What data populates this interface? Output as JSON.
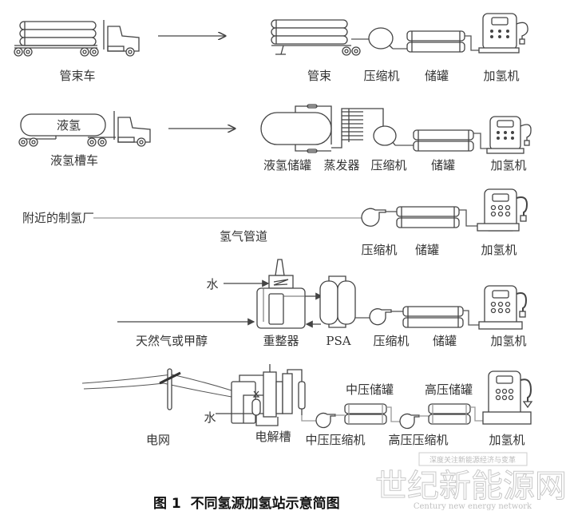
{
  "figure": {
    "caption": "图 1  不同氢源加氢站示意简图"
  },
  "rows": [
    {
      "id": "tube-trailer",
      "source_label": "管束车",
      "components": [
        "管束",
        "压缩机",
        "储罐",
        "加氢机"
      ]
    },
    {
      "id": "liquid-hydrogen",
      "source_label": "液氢槽车",
      "tank_text": "液氢",
      "components": [
        "液氢储罐",
        "蒸发器",
        "压缩机",
        "储罐",
        "加氢机"
      ]
    },
    {
      "id": "pipeline",
      "source_label": "附近的制氢厂",
      "pipe_label": "氢气管道",
      "components": [
        "压缩机",
        "储罐",
        "加氢机"
      ]
    },
    {
      "id": "onsite-reforming",
      "source_label": "天然气或甲醇",
      "water_label": "水",
      "components": [
        "重整器",
        "PSA",
        "压缩机",
        "储罐",
        "加氢机"
      ]
    },
    {
      "id": "onsite-electrolysis",
      "source_label": "电网",
      "water_label": "水",
      "components": [
        "电解槽",
        "中压压缩机",
        "中压储罐",
        "高压压缩机",
        "高压储罐",
        "加氢机"
      ]
    }
  ],
  "watermark": {
    "slogan": "深度关注新能源经济与变革",
    "name": "世纪新能源网",
    "english": "Century new energy network"
  }
}
